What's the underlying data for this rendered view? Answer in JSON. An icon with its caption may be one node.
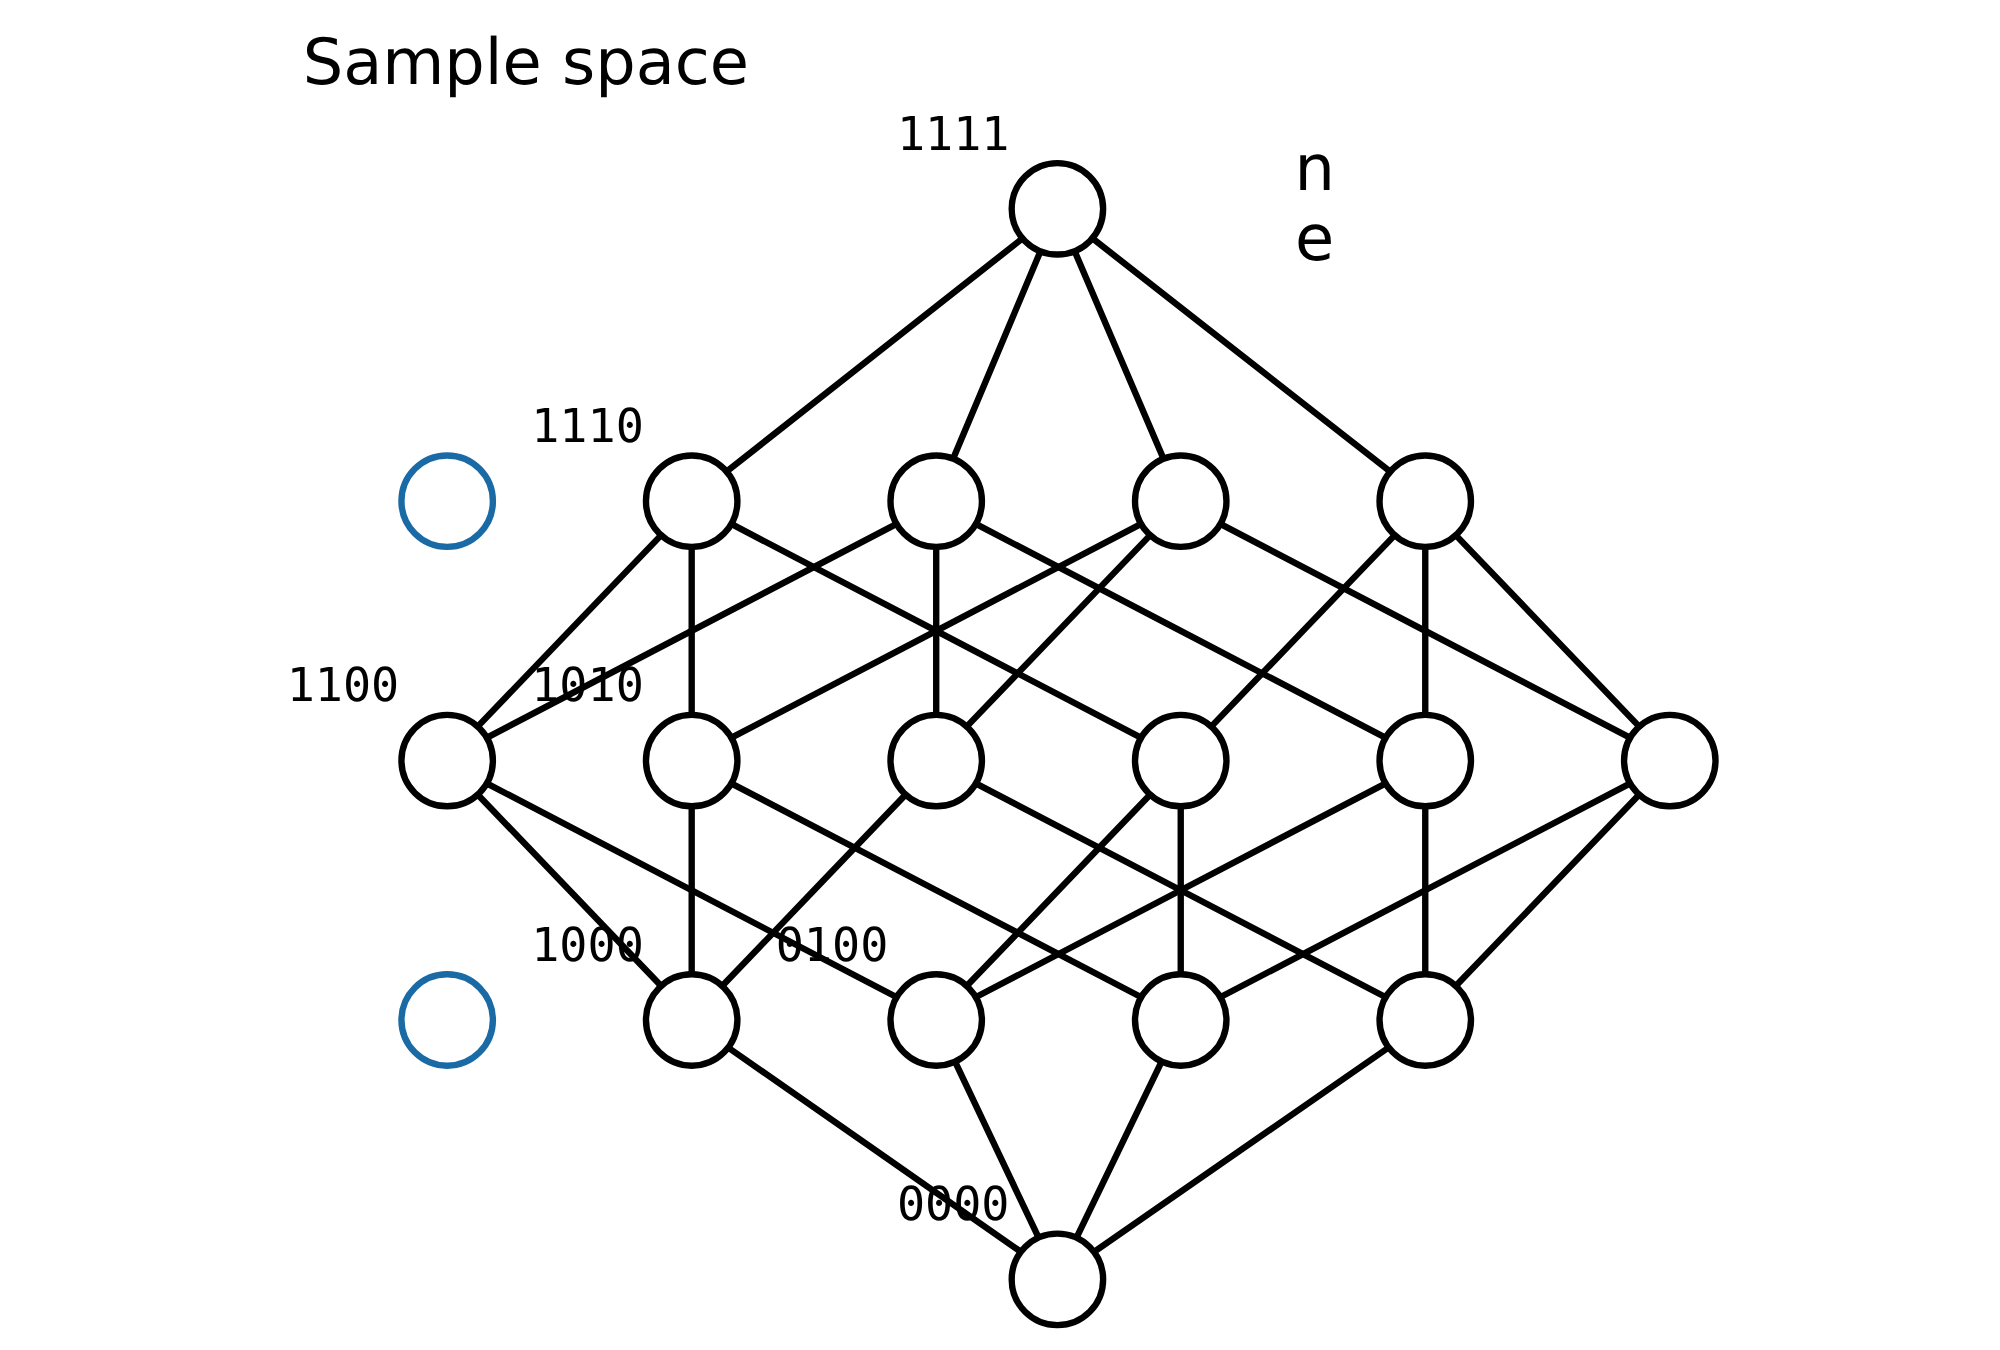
{
  "diagram": {
    "title": "Sample space",
    "nodes": [
      {
        "text": [],
        "shape": "circle",
        "beside": [
          "1111"
        ]
      },
      {
        "text": [],
        "shape": "circle",
        "beside": [
          "1110"
        ]
      },
      {
        "text": [],
        "shape": "circle"
      },
      {
        "text": [],
        "shape": "circle"
      },
      {
        "text": [],
        "shape": "circle"
      },
      {
        "text": [],
        "shape": "circle",
        "beside": [
          "1100"
        ]
      },
      {
        "text": [],
        "shape": "circle",
        "beside": [
          "1010"
        ]
      },
      {
        "text": [],
        "shape": "circle"
      },
      {
        "text": [],
        "shape": "circle"
      },
      {
        "text": [],
        "shape": "circle"
      },
      {
        "text": [],
        "shape": "circle"
      },
      {
        "text": [],
        "shape": "circle",
        "beside": [
          "1000"
        ]
      },
      {
        "text": [],
        "shape": "circle",
        "beside": [
          "0100"
        ]
      },
      {
        "text": [],
        "shape": "circle"
      },
      {
        "text": [],
        "shape": "circle"
      },
      {
        "text": [],
        "shape": "circle",
        "beside": [
          "0000"
        ]
      },
      {
        "text": [],
        "shape": "circle"
      },
      {
        "text": [],
        "shape": "circle"
      }
    ],
    "edges": [
      {
        "from": 0,
        "to": 1,
        "arrow": "none"
      },
      {
        "from": 0,
        "to": 2,
        "arrow": "none"
      },
      {
        "from": 0,
        "to": 3,
        "arrow": "none"
      },
      {
        "from": 0,
        "to": 4,
        "arrow": "none"
      },
      {
        "from": 1,
        "to": 5,
        "arrow": "none"
      },
      {
        "from": 1,
        "to": 6,
        "arrow": "none"
      },
      {
        "from": 1,
        "to": 8,
        "arrow": "none"
      },
      {
        "from": 2,
        "to": 5,
        "arrow": "none"
      },
      {
        "from": 2,
        "to": 7,
        "arrow": "none"
      },
      {
        "from": 2,
        "to": 9,
        "arrow": "none"
      },
      {
        "from": 3,
        "to": 6,
        "arrow": "none"
      },
      {
        "from": 3,
        "to": 7,
        "arrow": "none"
      },
      {
        "from": 3,
        "to": 10,
        "arrow": "none"
      },
      {
        "from": 4,
        "to": 8,
        "arrow": "none"
      },
      {
        "from": 4,
        "to": 9,
        "arrow": "none"
      },
      {
        "from": 4,
        "to": 10,
        "arrow": "none"
      },
      {
        "from": 5,
        "to": 11,
        "arrow": "none"
      },
      {
        "from": 5,
        "to": 12,
        "arrow": "none"
      },
      {
        "from": 6,
        "to": 11,
        "arrow": "none"
      },
      {
        "from": 6,
        "to": 13,
        "arrow": "none"
      },
      {
        "from": 7,
        "to": 11,
        "arrow": "none"
      },
      {
        "from": 7,
        "to": 14,
        "arrow": "none"
      },
      {
        "from": 8,
        "to": 12,
        "arrow": "none"
      },
      {
        "from": 8,
        "to": 13,
        "arrow": "none"
      },
      {
        "from": 9,
        "to": 12,
        "arrow": "none"
      },
      {
        "from": 9,
        "to": 14,
        "arrow": "none"
      },
      {
        "from": 10,
        "to": 13,
        "arrow": "none"
      },
      {
        "from": 10,
        "to": 14,
        "arrow": "none"
      },
      {
        "from": 11,
        "to": 15,
        "arrow": "none"
      },
      {
        "from": 12,
        "to": 15,
        "arrow": "none"
      },
      {
        "from": 13,
        "to": 15,
        "arrow": "none"
      },
      {
        "from": 14,
        "to": 15,
        "arrow": "none"
      }
    ],
    "labels": [
      "n e"
    ]
  }
}
